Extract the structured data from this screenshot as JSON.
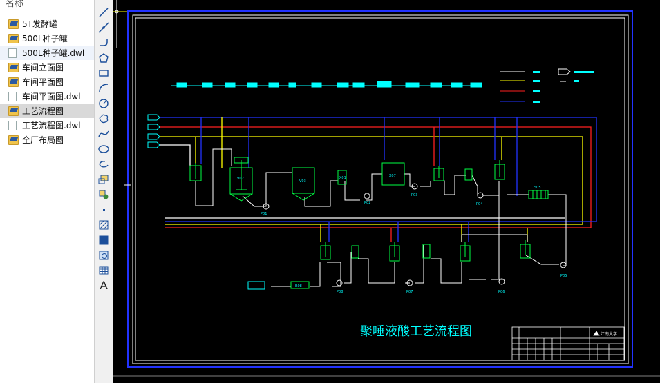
{
  "panel": {
    "header": "名称"
  },
  "files": [
    {
      "label": "5T发酵罐",
      "icon": "folder-icon",
      "state": ""
    },
    {
      "label": "500L种子罐",
      "icon": "folder-icon",
      "state": ""
    },
    {
      "label": "500L种子罐.dwl",
      "icon": "document-icon",
      "state": "light"
    },
    {
      "label": "车间立面图",
      "icon": "folder-icon",
      "state": ""
    },
    {
      "label": "车间平面图",
      "icon": "folder-icon",
      "state": ""
    },
    {
      "label": "车间平面图.dwl",
      "icon": "document-icon",
      "state": ""
    },
    {
      "label": "工艺流程图",
      "icon": "folder-icon",
      "state": "selected"
    },
    {
      "label": "工艺流程图.dwl",
      "icon": "document-icon",
      "state": ""
    },
    {
      "label": "全厂布局图",
      "icon": "folder-icon",
      "state": ""
    }
  ],
  "tools": [
    "line-tool-icon",
    "construction-line-icon",
    "polyline-icon",
    "polygon-icon",
    "rectangle-icon",
    "arc-icon",
    "circle-icon",
    "revision-cloud-icon",
    "spline-icon",
    "ellipse-icon",
    "ellipse-arc-icon",
    "insert-block-icon",
    "make-block-icon",
    "point-icon",
    "hatch-icon",
    "gradient-icon",
    "region-icon",
    "table-icon",
    "multiline-text-icon"
  ],
  "text_tool_label": "A",
  "drawing": {
    "title": "聚唾液酸工艺流程图",
    "tags": {
      "v02": "V02",
      "v03": "V03",
      "x01": "X01",
      "x07": "X07",
      "s05": "S05",
      "r08": "R08",
      "p01": "P01",
      "p02": "P02",
      "p03": "P03",
      "p04": "P04",
      "p05": "P05",
      "p06": "P06",
      "p07": "P07",
      "p08": "P08"
    },
    "title_block": {
      "school": "江南大学"
    }
  },
  "colors": {
    "canvas": "#000000",
    "pipe_white": "#ffffff",
    "pipe_yellow": "#ffff00",
    "pipe_red": "#ff2020",
    "pipe_blue": "#2233ff",
    "equipment": "#00ff44",
    "labels": "#00ffff",
    "border": "#2233ff"
  }
}
